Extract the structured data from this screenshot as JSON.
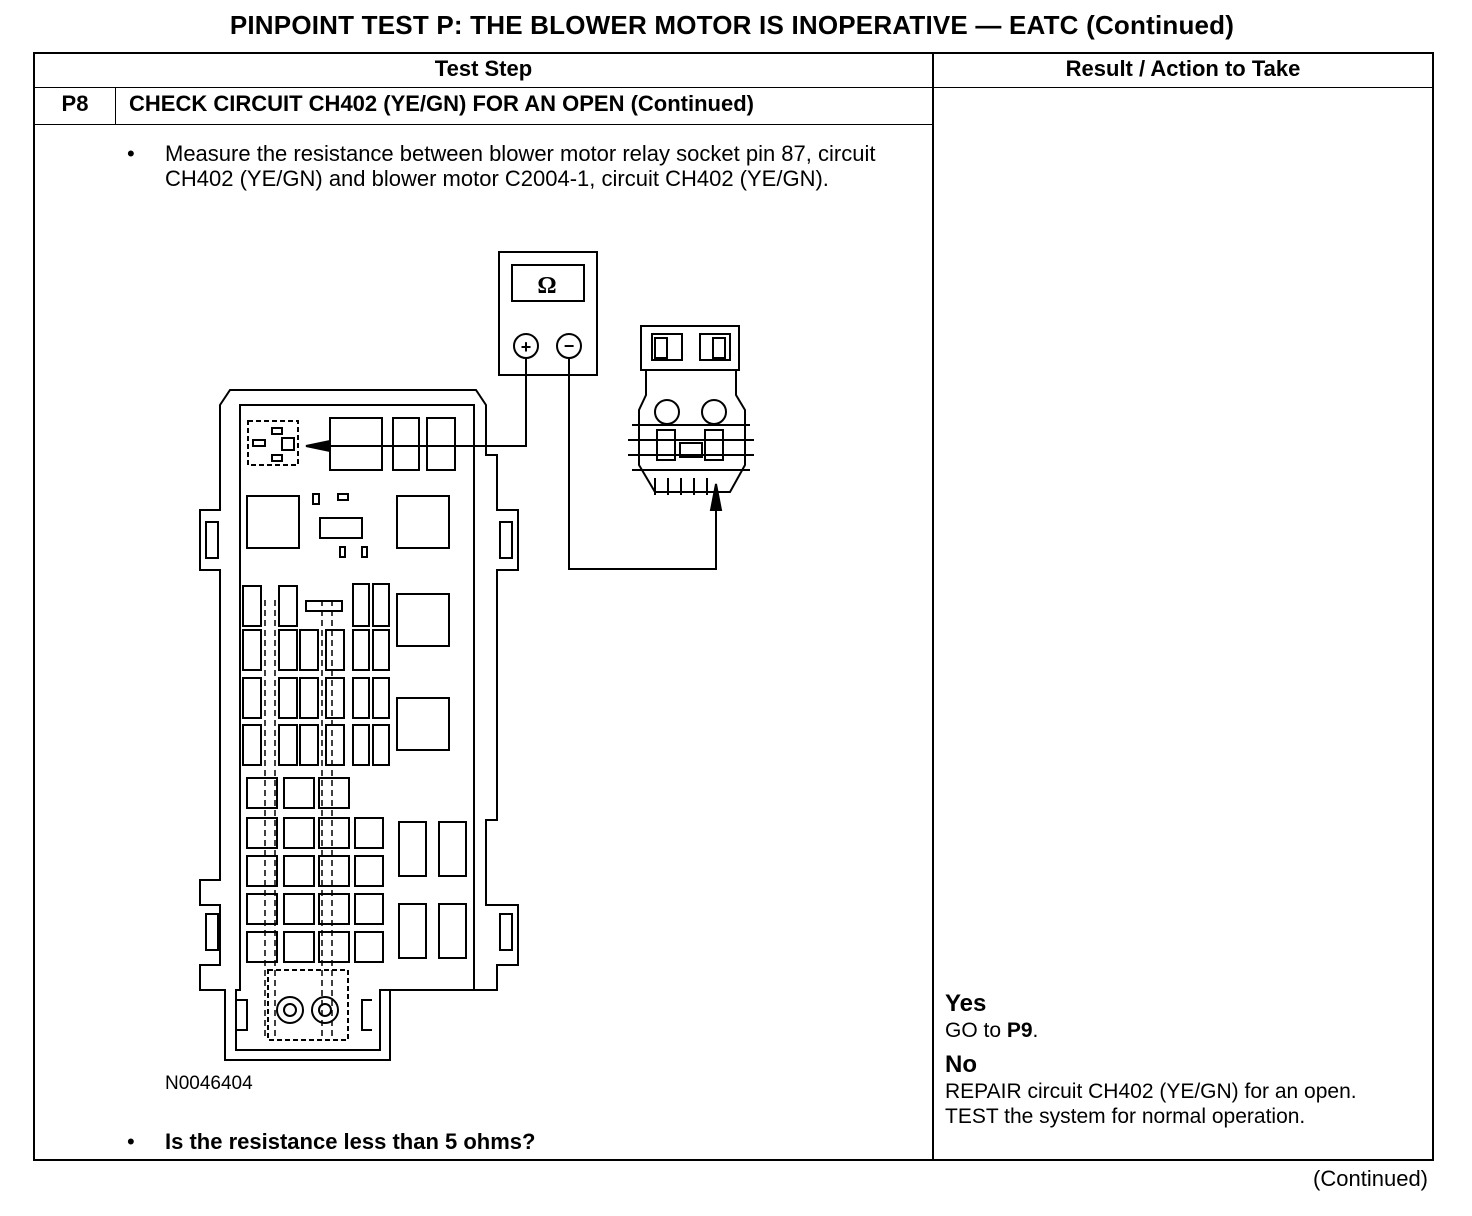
{
  "title": "PINPOINT TEST  P: THE BLOWER MOTOR IS INOPERATIVE — EATC (Continued)",
  "table": {
    "col_test_step": "Test Step",
    "col_result": "Result / Action to Take"
  },
  "step": {
    "id": "P8",
    "title": "CHECK CIRCUIT CH402 (YE/GN) FOR AN OPEN (Continued)",
    "instruction": "Measure the resistance between blower motor relay socket pin 87, circuit CH402 (YE/GN) and blower motor C2004-1, circuit CH402 (YE/GN).",
    "figure_id": "N0046404",
    "question": "Is the resistance less than 5 ohms?",
    "bullet": "•"
  },
  "figure": {
    "meter_symbol": "Ω",
    "plus": "+",
    "minus": "−"
  },
  "result": {
    "yes_label": "Yes",
    "yes_action_prefix": "GO to ",
    "yes_action_target": "P9",
    "yes_action_suffix": ".",
    "no_label": "No",
    "no_action": "REPAIR circuit CH402 (YE/GN) for an open. TEST the system for normal operation."
  },
  "footer": {
    "continued": "(Continued)"
  }
}
